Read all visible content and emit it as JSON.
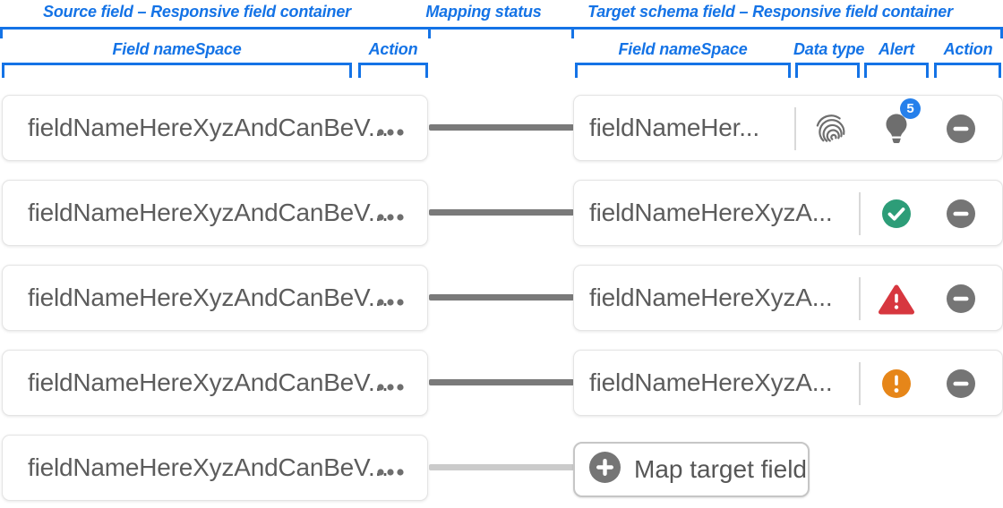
{
  "header": {
    "source_container_label": "Source field – Responsive field container",
    "mapping_status_label": "Mapping status",
    "target_container_label": "Target schema field – Responsive field container",
    "source_columns": {
      "field_namespace": "Field nameSpace",
      "action": "Action"
    },
    "target_columns": {
      "field_namespace": "Field nameSpace",
      "data_type": "Data type",
      "alert": "Alert",
      "action": "Action"
    }
  },
  "rows": [
    {
      "source_field": "fieldNameHereXyzAndCanBeV...",
      "source_action_icon": "more-actions",
      "mapping_status": "mapped",
      "target_field": "fieldNameHer...",
      "data_type_icon": "fingerprint",
      "alert_icon": "suggestion-lightbulb",
      "alert_badge_count": "5",
      "target_action_icon": "remove-mapping"
    },
    {
      "source_field": "fieldNameHereXyzAndCanBeV...",
      "source_action_icon": "more-actions",
      "mapping_status": "mapped",
      "target_field": "fieldNameHereXyzA...",
      "alert_icon": "success-check",
      "target_action_icon": "remove-mapping"
    },
    {
      "source_field": "fieldNameHereXyzAndCanBeV...",
      "source_action_icon": "more-actions",
      "mapping_status": "mapped",
      "target_field": "fieldNameHereXyzA...",
      "alert_icon": "error-triangle",
      "target_action_icon": "remove-mapping"
    },
    {
      "source_field": "fieldNameHereXyzAndCanBeV...",
      "source_action_icon": "more-actions",
      "mapping_status": "mapped",
      "target_field": "fieldNameHereXyzA...",
      "alert_icon": "warning-exclamation",
      "target_action_icon": "remove-mapping"
    },
    {
      "source_field": "fieldNameHereXyzAndCanBeV...",
      "source_action_icon": "more-actions",
      "mapping_status": "unmapped",
      "map_target_button_label": "Map target field",
      "map_target_button_icon": "add-plus"
    }
  ],
  "colors": {
    "annotation_blue": "#1473E6",
    "badge_blue": "#2680EB",
    "success_green": "#2D9D78",
    "error_red": "#D7373F",
    "warning_orange": "#E68619",
    "icon_gray": "#6E6E6E",
    "field_text_gray": "#5C5C5C",
    "connector_mapped_gray": "#7A7A7A",
    "connector_unmapped_gray": "#CBCBCB"
  }
}
